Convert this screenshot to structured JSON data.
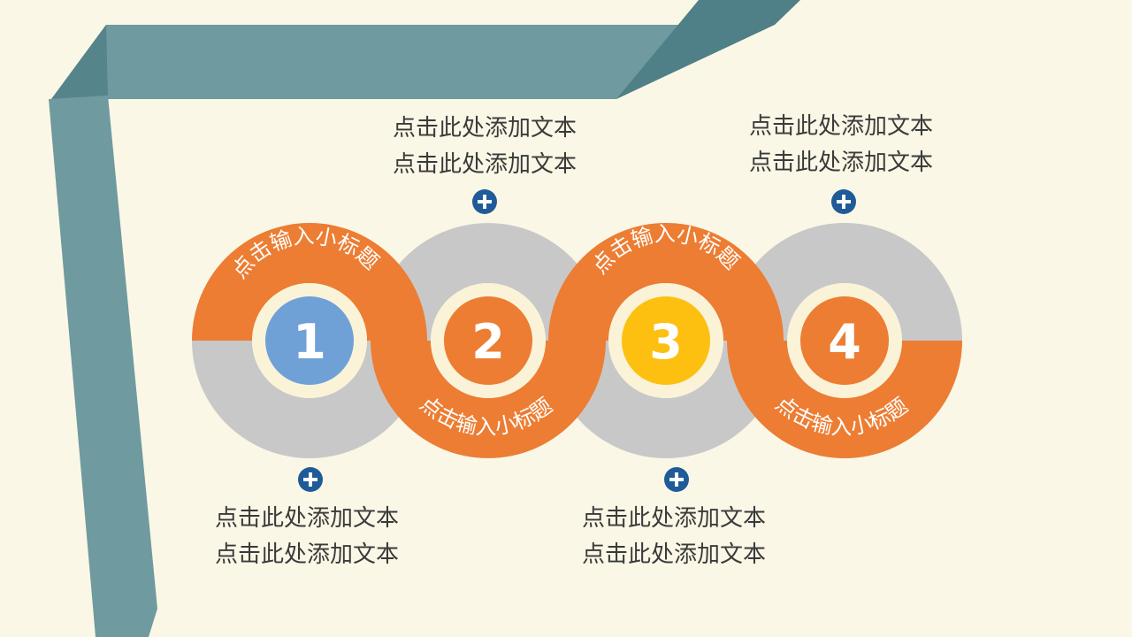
{
  "colors": {
    "background": "#fbf7e6",
    "ribbon": "#6f9aa0",
    "ribbon_dark": "#4f7f87",
    "orange": "#ec7d33",
    "gray": "#c8c8c8",
    "inner_ring": "#faf3d8",
    "plus_badge": "#1f5a99"
  },
  "steps": [
    {
      "number": "1",
      "subtitle": "点击输入小标题",
      "color": "#6fa1d6",
      "text": [
        "点击此处添加文本",
        "点击此处添加文本"
      ]
    },
    {
      "number": "2",
      "subtitle": "点击输入小标题",
      "color": "#ec7d33",
      "text": [
        "点击此处添加文本",
        "点击此处添加文本"
      ]
    },
    {
      "number": "3",
      "subtitle": "点击输入小标题",
      "color": "#fdc010",
      "text": [
        "点击此处添加文本",
        "点击此处添加文本"
      ]
    },
    {
      "number": "4",
      "subtitle": "点击输入小标题",
      "color": "#ec7d33",
      "text": [
        "点击此处添加文本",
        "点击此处添加文本"
      ]
    }
  ]
}
